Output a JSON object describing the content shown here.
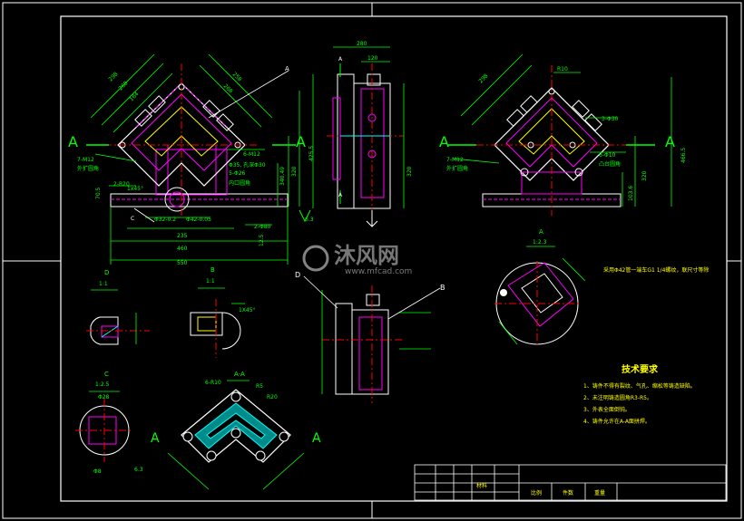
{
  "colors": {
    "background": "#000000",
    "frame": "#ffffff",
    "outline": "#ffffff",
    "dimension": "#00ff00",
    "hidden": "#ff00ff",
    "section": "#00ffff",
    "center": "#ff0000",
    "note": "#ffff00"
  },
  "watermark": {
    "brand": "沐风网",
    "url": "www.mfcad.com"
  },
  "views": {
    "main": {
      "arrow_left": "A",
      "arrow_right": "A",
      "leader": "A",
      "dims": [
        "298",
        "268",
        "164",
        "258",
        "268",
        "6-M12",
        "7-M12",
        "外扩圆角",
        "2-R20",
        "Φ35, 孔深Φ30",
        "5-Φ26",
        "内口圆角",
        "1x45°",
        "C",
        "Φ32-0.2",
        "Φ42-0.05",
        "235",
        "460",
        "550",
        "2-Φ80",
        "12.5",
        "70.5",
        "320",
        "340.49",
        "425.5"
      ]
    },
    "side": {
      "dims": [
        "280",
        "120",
        "6.3",
        "A",
        "320",
        "A"
      ]
    },
    "right": {
      "arrow_left": "A",
      "arrow_right": "A",
      "dims": [
        "R10",
        "298",
        "3-Φ30",
        "6-Φ10",
        "凸台圆角",
        "7-M12",
        "外扩圆角",
        "466.5",
        "320",
        "103.6"
      ]
    },
    "detail_d": {
      "title": "D",
      "scale": "1:1"
    },
    "detail_b": {
      "title": "B",
      "scale": "1:1",
      "chamfer": "1X45°"
    },
    "detail_c": {
      "title": "C",
      "scale": "1:2.5",
      "d1": "Φ28",
      "d2": "Φ8",
      "h": "6.3"
    },
    "section_aa": {
      "title": "A-A",
      "holes": "6-R10",
      "r1": "R5",
      "r2": "R20",
      "arrow": "A"
    },
    "detail_a": {
      "title": "A",
      "scale": "1:2.3"
    },
    "front_lower": {
      "leader_d": "D",
      "leader_b": "B"
    }
  },
  "note_top": "采用Φ42管一端车G1 1/4螺纹，联尺寸等除",
  "tech_req": {
    "title": "技术要求",
    "items": [
      "1、铸件不得有裂纹、气孔、缩松等铸造缺陷。",
      "2、未注明铸造圆角R3-R5。",
      "3、外表全面倒钝。",
      "4、铸件允许在A-A面拼焊。"
    ]
  },
  "title_block": {
    "c1": "比例",
    "c2": "件数",
    "c3": "重量",
    "c4": "材料"
  }
}
